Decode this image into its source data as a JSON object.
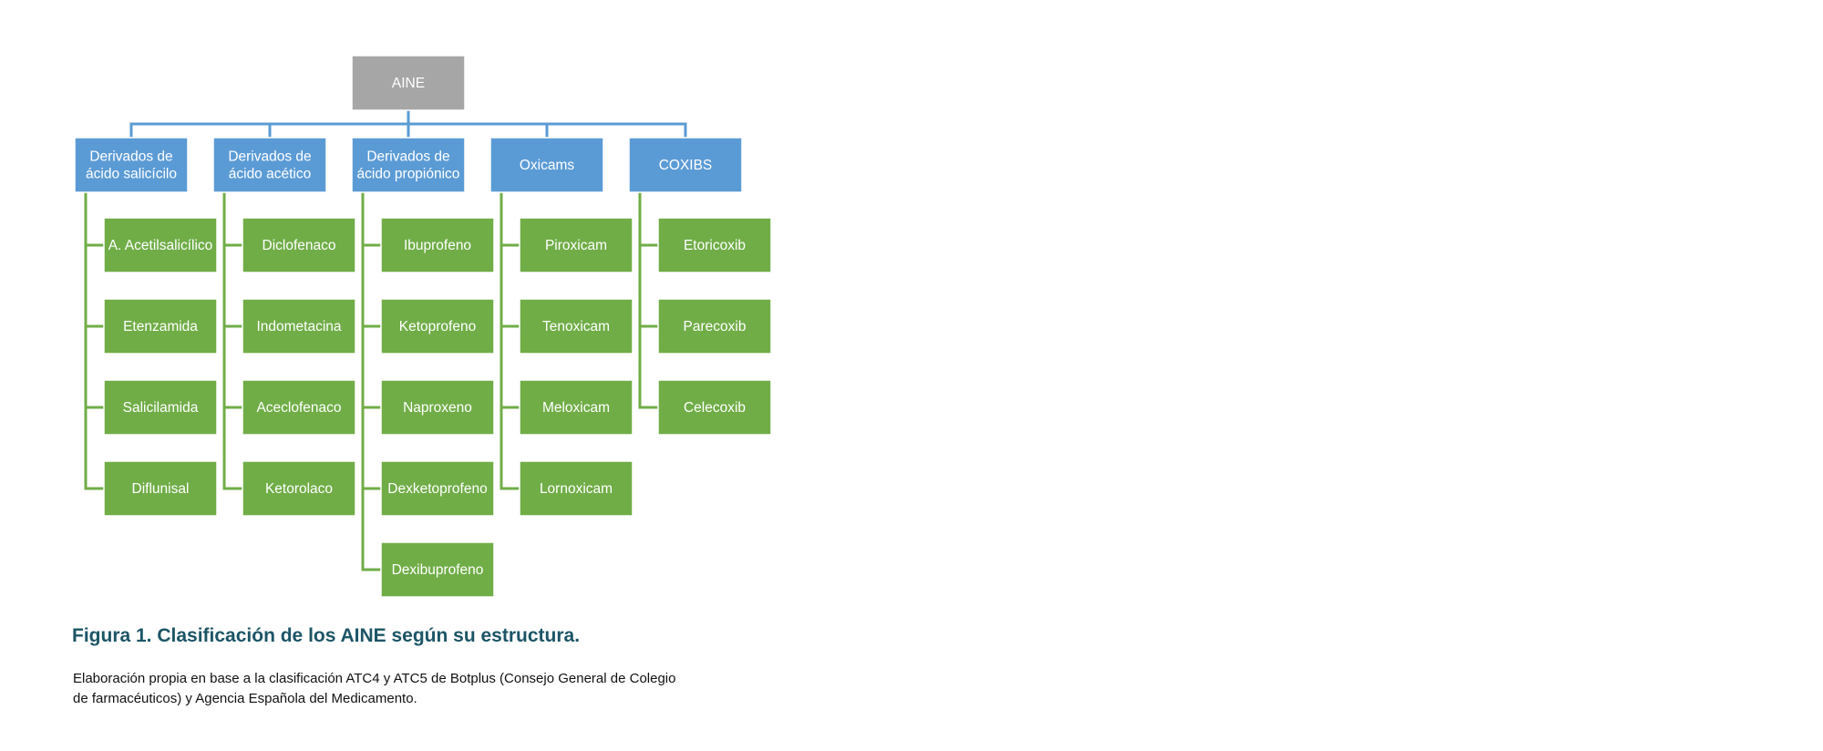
{
  "colors": {
    "root_fill": "#a6a6a6",
    "category_fill": "#5b9bd5",
    "category_line": "#5b9bd5",
    "item_fill": "#70ad47",
    "item_line": "#70ad47",
    "title_color": "#1c5566"
  },
  "diagram": {
    "root": "AINE",
    "categories": [
      {
        "label": [
          "Derivados de",
          "ácido salicícilo"
        ],
        "items": [
          "A. Acetilsalicílico",
          "Etenzamida",
          "Salicilamida",
          "Diflunisal"
        ]
      },
      {
        "label": [
          "Derivados de",
          "ácido acético"
        ],
        "items": [
          "Diclofenaco",
          "Indometacina",
          "Aceclofenaco",
          "Ketorolaco"
        ]
      },
      {
        "label": [
          "Derivados de",
          "ácido propiónico"
        ],
        "items": [
          "Ibuprofeno",
          "Ketoprofeno",
          "Naproxeno",
          "Dexketoprofeno",
          "Dexibuprofeno"
        ]
      },
      {
        "label": [
          "Oxicams"
        ],
        "items": [
          "Piroxicam",
          "Tenoxicam",
          "Meloxicam",
          "Lornoxicam"
        ]
      },
      {
        "label": [
          "COXIBS"
        ],
        "items": [
          "Etoricoxib",
          "Parecoxib",
          "Celecoxib"
        ]
      }
    ]
  },
  "figure": {
    "title": "Figura 1. Clasificación de los AINE según su estructura.",
    "caption": "Elaboración propia en base a la clasificación ATC4 y ATC5 de Botplus (Consejo General de Colegio de farmacéuticos) y Agencia Española del Medicamento."
  }
}
